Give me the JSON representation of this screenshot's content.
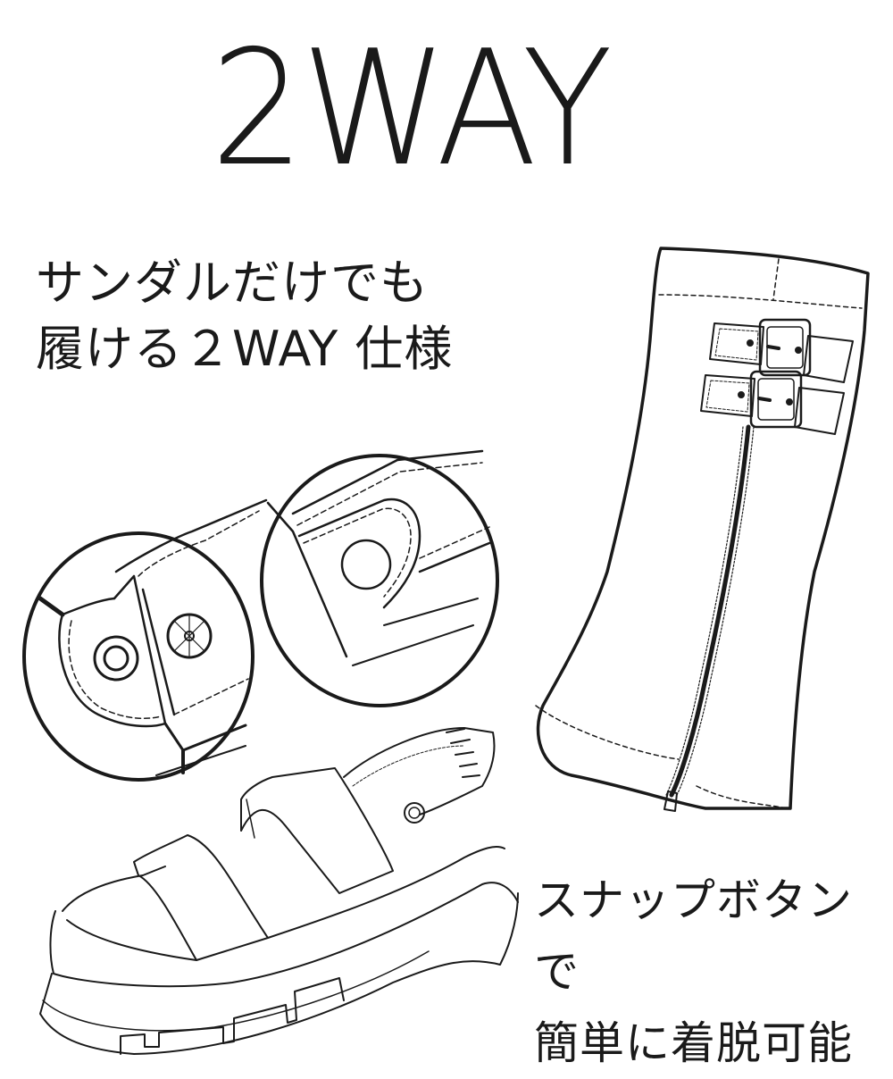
{
  "headline": "2WAY",
  "feature_text_top": {
    "line1": "サンダルだけでも",
    "line2": "履ける２WAY 仕様"
  },
  "feature_text_bottom": {
    "line1": "スナップボタンで",
    "line2": "簡単に着脱可能"
  },
  "illustrations": {
    "gaiter": "detachable zip-up boot shaft with double buckle straps",
    "detail_circle_left": "snap button close-up (male/female snap)",
    "detail_circle_right": "snap button close-up on strap",
    "sandal": "chunky platform double-strap sandal with elastic back strap"
  },
  "colors": {
    "background": "#ffffff",
    "ink": "#1a1a1a"
  }
}
